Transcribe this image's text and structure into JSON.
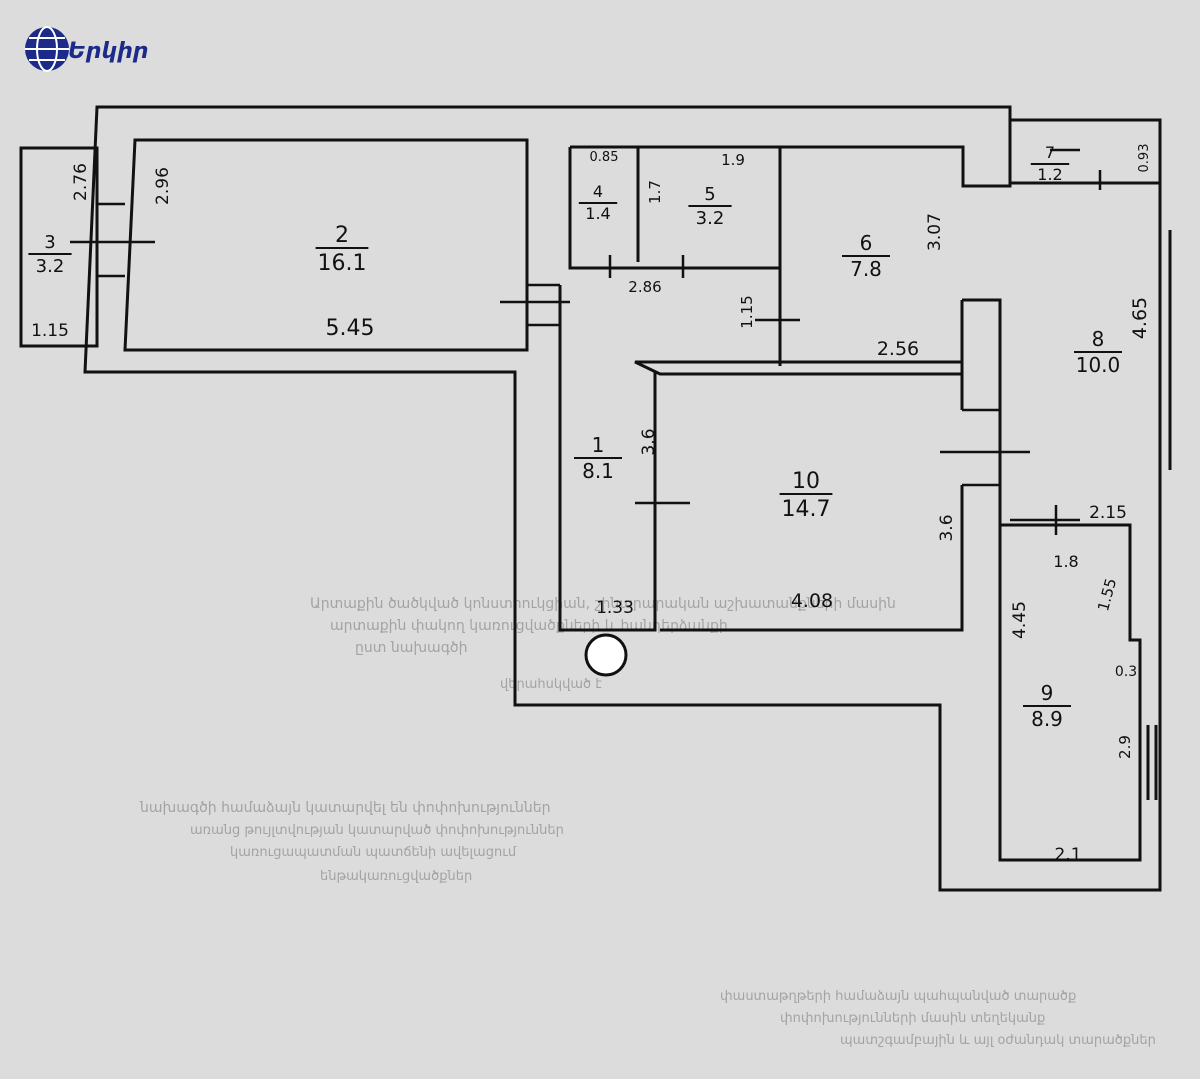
{
  "logo": {
    "text": "Երկիր",
    "color": "#1c2a8a"
  },
  "colors": {
    "paper": "#dcdcdc",
    "ink": "#111111",
    "faint": "#9a9a9a"
  },
  "rooms": [
    {
      "id": "3",
      "area": "3.2"
    },
    {
      "id": "2",
      "area": "16.1"
    },
    {
      "id": "4",
      "area": "1.4"
    },
    {
      "id": "5",
      "area": "3.2"
    },
    {
      "id": "6",
      "area": "7.8"
    },
    {
      "id": "7",
      "area": "1.2"
    },
    {
      "id": "8",
      "area": "10.0"
    },
    {
      "id": "1",
      "area": "8.1"
    },
    {
      "id": "10",
      "area": "14.7"
    },
    {
      "id": "9",
      "area": "8.9"
    }
  ],
  "dims": [
    "2.76",
    "2.96",
    "1.15",
    "5.45",
    "0.85",
    "1.9",
    "1.7",
    "2.86",
    "1.15",
    "3.07",
    "2.56",
    "0.93",
    "4.65",
    "3.6",
    "1.33",
    "4.08",
    "3.6",
    "2.15",
    "1.8",
    "1.55",
    "4.45",
    "0.3",
    "2.9",
    "2.1"
  ],
  "faded_text": [
    "Արտաքին ծածկված կոնստրուկցիան, շինարարական աշխատանքների մասին",
    "արտաքին փակող կառուցվածքների և հանդերձանքի",
    "ըստ նախագծի",
    "վերահսկված է",
    "նախագծի համաձայն կատարվել են փոփոխություններ",
    "առանց թույլտվության կատարված փոփոխություններ",
    "կառուցապատման պատճենի ավելացում",
    "ենթակառուցվածքներ",
    "փաստաթղթերի համաձայն պահպանված տարածք",
    "փոփոխությունների մասին տեղեկանք",
    "պատշգամբային և այլ օժանդակ տարածքներ"
  ]
}
